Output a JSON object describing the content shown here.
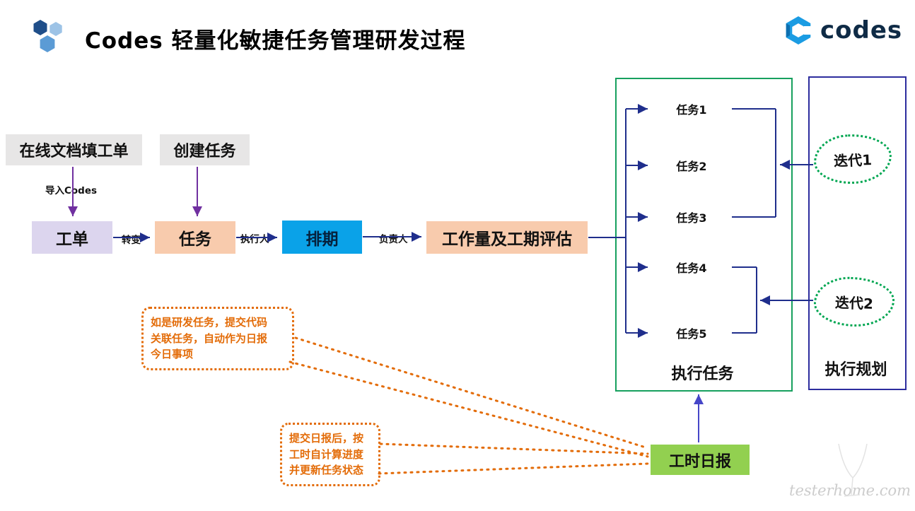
{
  "header": {
    "title": "Codes 轻量化敏捷任务管理研发过程",
    "brand": "codes"
  },
  "flow": {
    "doc_ticket": "在线文档填工单",
    "create_task": "创建任务",
    "import_label": "导入Codes",
    "ticket": "工单",
    "transform_label": "转变",
    "task": "任务",
    "executor_label": "执行人",
    "schedule": "排期",
    "owner_label": "负责人",
    "evaluation": "工作量及工期评估"
  },
  "execution": {
    "label": "执行任务",
    "tasks": [
      "任务1",
      "任务2",
      "任务3",
      "任务4",
      "任务5"
    ]
  },
  "planning": {
    "label": "执行规划",
    "iterations": [
      "迭代1",
      "迭代2"
    ]
  },
  "daily_report": {
    "label": "工时日报"
  },
  "callouts": {
    "code_link": "如是研发任务，提交代码\n关联任务，自动作为日报\n今日事项",
    "progress": "提交日报后，按\n工时自计算进度\n并更新任务状态"
  },
  "watermark": "testerhome.com",
  "colors": {
    "task_orange": "#f8cbad",
    "schedule_blue": "#0aa2e8",
    "ticket_purple": "#dcd5ee",
    "gray_box": "#e7e6e6",
    "report_green": "#92d050",
    "exec_border_green": "#17a05e",
    "plan_border_blue": "#2d2d9e",
    "iteration_green": "#00a651",
    "callout_orange": "#e36c09",
    "arrow_navy": "#1f2e8c",
    "arrow_purple": "#7030a0"
  }
}
